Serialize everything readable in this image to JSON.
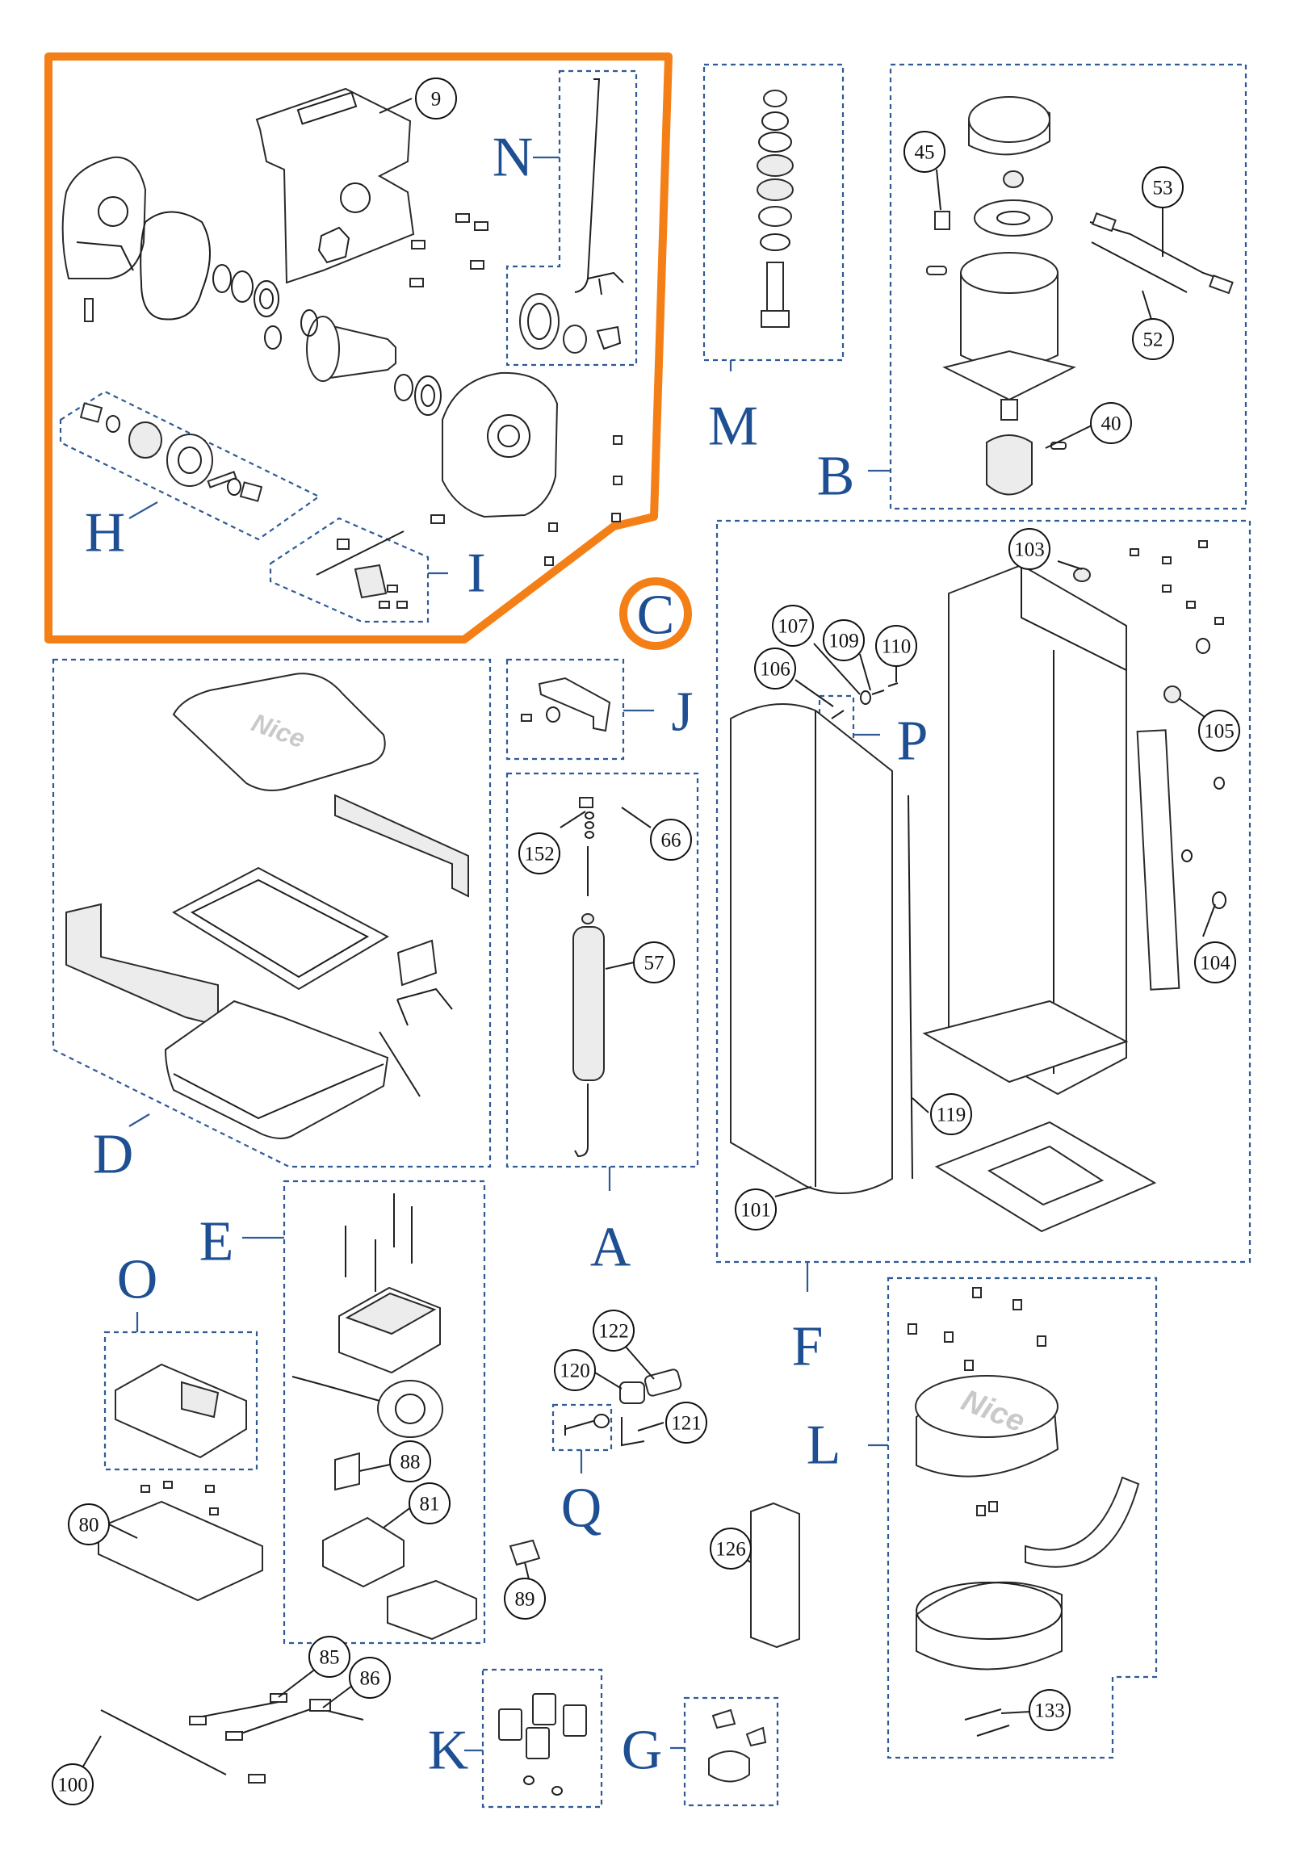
{
  "highlight": {
    "color": "#f57f17",
    "letter": "C"
  },
  "groups": [
    "N",
    "M",
    "B",
    "H",
    "I",
    "D",
    "J",
    "P",
    "A",
    "F",
    "E",
    "O",
    "Q",
    "L",
    "K",
    "G"
  ],
  "part_numbers": [
    "9",
    "45",
    "53",
    "52",
    "40",
    "103",
    "107",
    "109",
    "110",
    "106",
    "105",
    "104",
    "152",
    "66",
    "57",
    "119",
    "101",
    "122",
    "120",
    "121",
    "88",
    "81",
    "80",
    "126",
    "89",
    "85",
    "86",
    "100",
    "133"
  ],
  "logos": [
    "Nice",
    "Nice"
  ],
  "colors": {
    "group_letters": "#1e4f92",
    "dashed_frames": "#2f5a96",
    "highlight_frame": "#f57f17"
  }
}
